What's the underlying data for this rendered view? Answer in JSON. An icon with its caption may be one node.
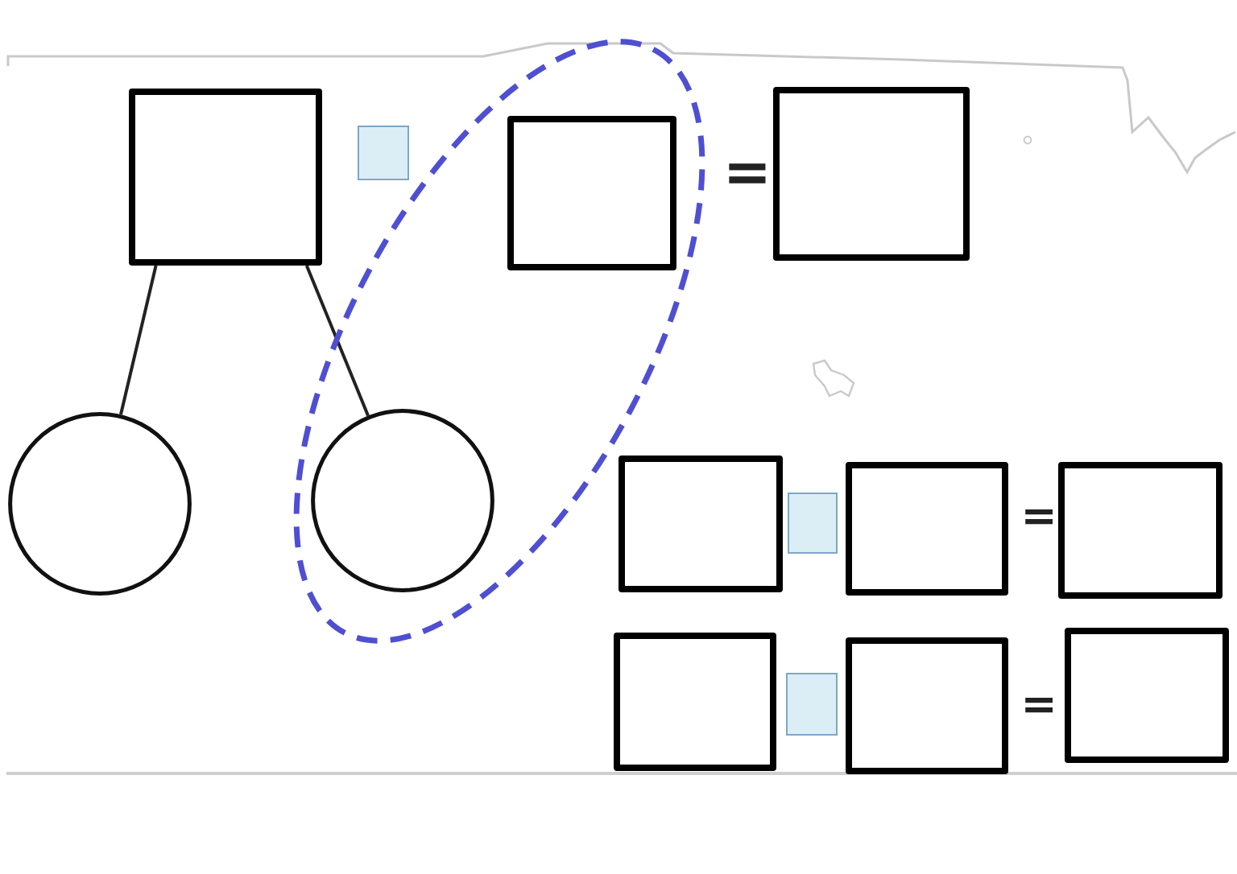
{
  "diagram": {
    "nodes": [
      {
        "text": [],
        "shape": "box"
      },
      {
        "text": [],
        "shape": "box"
      },
      {
        "text": [],
        "shape": "ellipse"
      },
      {
        "text": [],
        "shape": "box",
        "in": 2
      },
      {
        "text": [],
        "shape": "box"
      },
      {
        "text": [],
        "shape": "circle"
      },
      {
        "text": [],
        "shape": "circle",
        "in": 2
      },
      {
        "text": [],
        "shape": "box"
      },
      {
        "text": [],
        "shape": "box"
      },
      {
        "text": [],
        "shape": "box"
      },
      {
        "text": [],
        "shape": "box"
      },
      {
        "text": [],
        "shape": "box"
      },
      {
        "text": [],
        "shape": "box"
      },
      {
        "text": [],
        "shape": "box"
      },
      {
        "text": [],
        "shape": "box"
      }
    ],
    "edges": [
      {
        "from": 0,
        "to": 5,
        "arrow": "none"
      },
      {
        "from": 0,
        "to": 6,
        "arrow": "none"
      }
    ],
    "labels": [
      "=",
      "=",
      "="
    ]
  }
}
